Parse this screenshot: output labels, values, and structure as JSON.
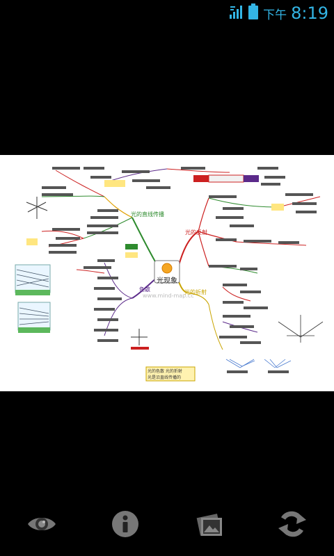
{
  "status_bar": {
    "ampm": "下午",
    "time": "8:19",
    "icons": [
      "signal-icon",
      "battery-icon"
    ],
    "accent_color": "#33b5e5"
  },
  "mind_map": {
    "central_topic": "光现象",
    "watermark": "www.mind-map.cc",
    "branches": [
      {
        "label": "光的直线传播"
      },
      {
        "label": "光的反射"
      },
      {
        "label": "光的折射"
      },
      {
        "label": "色散"
      }
    ],
    "footer_note": [
      "光的色散  光的折射",
      "光是沿直线传播的"
    ]
  },
  "toolbar": {
    "buttons": [
      {
        "name": "view-button",
        "icon": "eye-icon"
      },
      {
        "name": "info-button",
        "icon": "info-icon"
      },
      {
        "name": "gallery-button",
        "icon": "picture-icon"
      },
      {
        "name": "rotate-button",
        "icon": "refresh-icon"
      }
    ]
  }
}
